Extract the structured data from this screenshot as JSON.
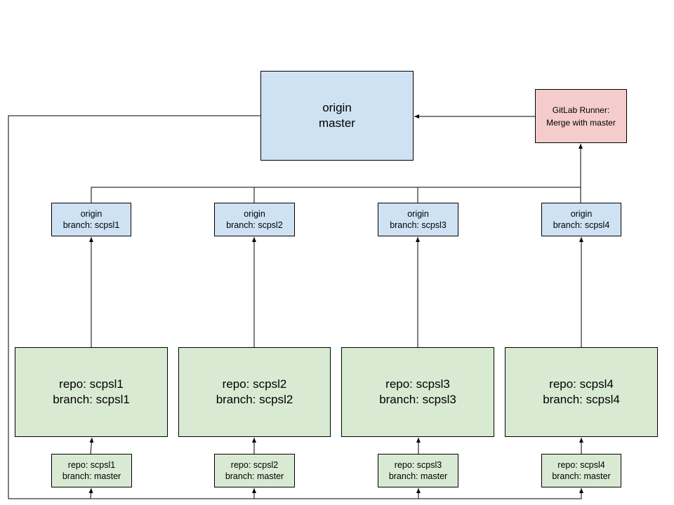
{
  "diagram": {
    "nodes": [
      {
        "id": "origin-master",
        "name": "origin-master-box",
        "color": "#cfe2f3",
        "lines": [
          "origin",
          "master"
        ]
      },
      {
        "id": "gitlab-runner",
        "name": "gitlab-runner-box",
        "color": "#f4cccc",
        "lines": [
          "GitLab Runner:",
          "Merge with master"
        ]
      },
      {
        "id": "origin-scpsl1",
        "name": "origin-branch-scpsl1-box",
        "color": "#cfe2f3",
        "lines": [
          "origin",
          "branch: scpsl1"
        ]
      },
      {
        "id": "origin-scpsl2",
        "name": "origin-branch-scpsl2-box",
        "color": "#cfe2f3",
        "lines": [
          "origin",
          "branch: scpsl2"
        ]
      },
      {
        "id": "origin-scpsl3",
        "name": "origin-branch-scpsl3-box",
        "color": "#cfe2f3",
        "lines": [
          "origin",
          "branch: scpsl3"
        ]
      },
      {
        "id": "origin-scpsl4",
        "name": "origin-branch-scpsl4-box",
        "color": "#cfe2f3",
        "lines": [
          "origin",
          "branch: scpsl4"
        ]
      },
      {
        "id": "repo-scpsl1",
        "name": "repo-scpsl1-branch-scpsl1-box",
        "color": "#d9ead3",
        "lines": [
          "repo: scpsl1",
          "branch: scpsl1"
        ]
      },
      {
        "id": "repo-scpsl2",
        "name": "repo-scpsl2-branch-scpsl2-box",
        "color": "#d9ead3",
        "lines": [
          "repo: scpsl2",
          "branch: scpsl2"
        ]
      },
      {
        "id": "repo-scpsl3",
        "name": "repo-scpsl3-branch-scpsl3-box",
        "color": "#d9ead3",
        "lines": [
          "repo: scpsl3",
          "branch: scpsl3"
        ]
      },
      {
        "id": "repo-scpsl4",
        "name": "repo-scpsl4-branch-scpsl4-box",
        "color": "#d9ead3",
        "lines": [
          "repo: scpsl4",
          "branch: scpsl4"
        ]
      },
      {
        "id": "master-scpsl1",
        "name": "repo-scpsl1-branch-master-box",
        "color": "#d9ead3",
        "lines": [
          "repo: scpsl1",
          "branch: master"
        ]
      },
      {
        "id": "master-scpsl2",
        "name": "repo-scpsl2-branch-master-box",
        "color": "#d9ead3",
        "lines": [
          "repo: scpsl2",
          "branch: master"
        ]
      },
      {
        "id": "master-scpsl3",
        "name": "repo-scpsl3-branch-master-box",
        "color": "#d9ead3",
        "lines": [
          "repo: scpsl3",
          "branch: master"
        ]
      },
      {
        "id": "master-scpsl4",
        "name": "repo-scpsl4-branch-master-box",
        "color": "#d9ead3",
        "lines": [
          "repo: scpsl4",
          "branch: master"
        ]
      }
    ],
    "edges": [
      {
        "from": "gitlab-runner",
        "to": "origin-master"
      },
      {
        "from": "origin-scpsl1",
        "to": "gitlab-runner"
      },
      {
        "from": "origin-scpsl2",
        "to": "gitlab-runner"
      },
      {
        "from": "origin-scpsl3",
        "to": "gitlab-runner"
      },
      {
        "from": "origin-scpsl4",
        "to": "gitlab-runner"
      },
      {
        "from": "repo-scpsl1",
        "to": "origin-scpsl1"
      },
      {
        "from": "repo-scpsl2",
        "to": "origin-scpsl2"
      },
      {
        "from": "repo-scpsl3",
        "to": "origin-scpsl3"
      },
      {
        "from": "repo-scpsl4",
        "to": "origin-scpsl4"
      },
      {
        "from": "master-scpsl1",
        "to": "repo-scpsl1"
      },
      {
        "from": "master-scpsl2",
        "to": "repo-scpsl2"
      },
      {
        "from": "master-scpsl3",
        "to": "repo-scpsl3"
      },
      {
        "from": "master-scpsl4",
        "to": "repo-scpsl4"
      },
      {
        "from": "origin-master",
        "to": "master-scpsl1"
      },
      {
        "from": "origin-master",
        "to": "master-scpsl2"
      },
      {
        "from": "origin-master",
        "to": "master-scpsl3"
      },
      {
        "from": "origin-master",
        "to": "master-scpsl4"
      }
    ]
  }
}
